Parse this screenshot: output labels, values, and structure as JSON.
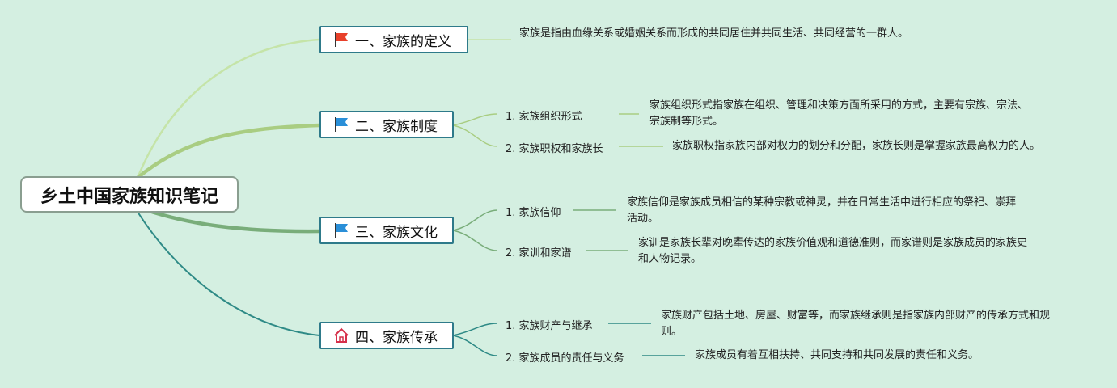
{
  "root": {
    "title": "乡土中国家族知识笔记"
  },
  "branches": [
    {
      "title": "一、家族的定义",
      "icon": "red-flag-icon",
      "description": "家族是指由血缘关系或婚姻关系而形成的共同居住并共同生活、共同经营的一群人。"
    },
    {
      "title": "二、家族制度",
      "icon": "blue-flag-icon",
      "children": [
        {
          "label": "1. 家族组织形式",
          "description": "家族组织形式指家族在组织、管理和决策方面所采用的方式，主要有宗族、宗法、宗族制等形式。"
        },
        {
          "label": "2. 家族职权和家族长",
          "description": "家族职权指家族内部对权力的划分和分配，家族长则是掌握家族最高权力的人。"
        }
      ]
    },
    {
      "title": "三、家族文化",
      "icon": "blue-flag-icon",
      "children": [
        {
          "label": "1. 家族信仰",
          "description": "家族信仰是家族成员相信的某种宗教或神灵，并在日常生活中进行相应的祭祀、崇拜活动。"
        },
        {
          "label": "2. 家训和家谱",
          "description": "家训是家族长辈对晚辈传达的家族价值观和道德准则，而家谱则是家族成员的家族史和人物记录。"
        }
      ]
    },
    {
      "title": "四、家族传承",
      "icon": "house-icon",
      "children": [
        {
          "label": "1. 家族财产与继承",
          "description": "家族财产包括土地、房屋、财富等，而家族继承则是指家族内部财产的传承方式和规则。"
        },
        {
          "label": "2. 家族成员的责任与义务",
          "description": "家族成员有着互相扶持、共同支持和共同发展的责任和义务。"
        }
      ]
    }
  ],
  "colors": {
    "background": "#d4efe1",
    "branch1_line": "#c5e4a8",
    "branch2_line": "#a9cd82",
    "branch3_line": "#79ad7a",
    "branch4_line": "#2e8a86",
    "flag_red": "#e8402a",
    "flag_blue": "#2a8fd8",
    "house_red": "#d6304a"
  }
}
